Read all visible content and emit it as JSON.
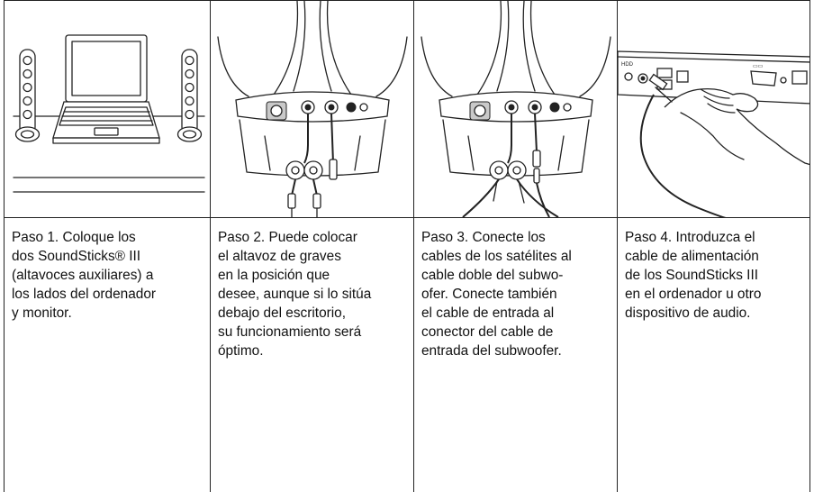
{
  "steps": [
    {
      "illustration": "laptop-with-satellite-speakers",
      "caption": "Paso 1. Coloque los\ndos SoundSticks® III\n(altavoces auxiliares) a\nlos lados del ordenador\ny monitor."
    },
    {
      "illustration": "subwoofer-rear-cables",
      "caption": "Paso 2. Puede colocar\nel altavoz de graves\nen la posición que\ndesee, aunque si lo sitúa\ndebajo del escritorio,\nsu funcionamiento será\nóptimo."
    },
    {
      "illustration": "subwoofer-satellite-connection",
      "caption": "Paso 3. Conecte los\ncables de los satélites al\ncable doble del subwo-\nofer. Conecte también\nel cable de entrada al\nconector del cable de\nentrada del subwoofer."
    },
    {
      "illustration": "hand-plugging-audio-jack",
      "caption": "Paso 4. Introduzca el\ncable de alimentación\nde los SoundSticks III\nen el ordenador u otro\ndispositivo de audio."
    }
  ]
}
